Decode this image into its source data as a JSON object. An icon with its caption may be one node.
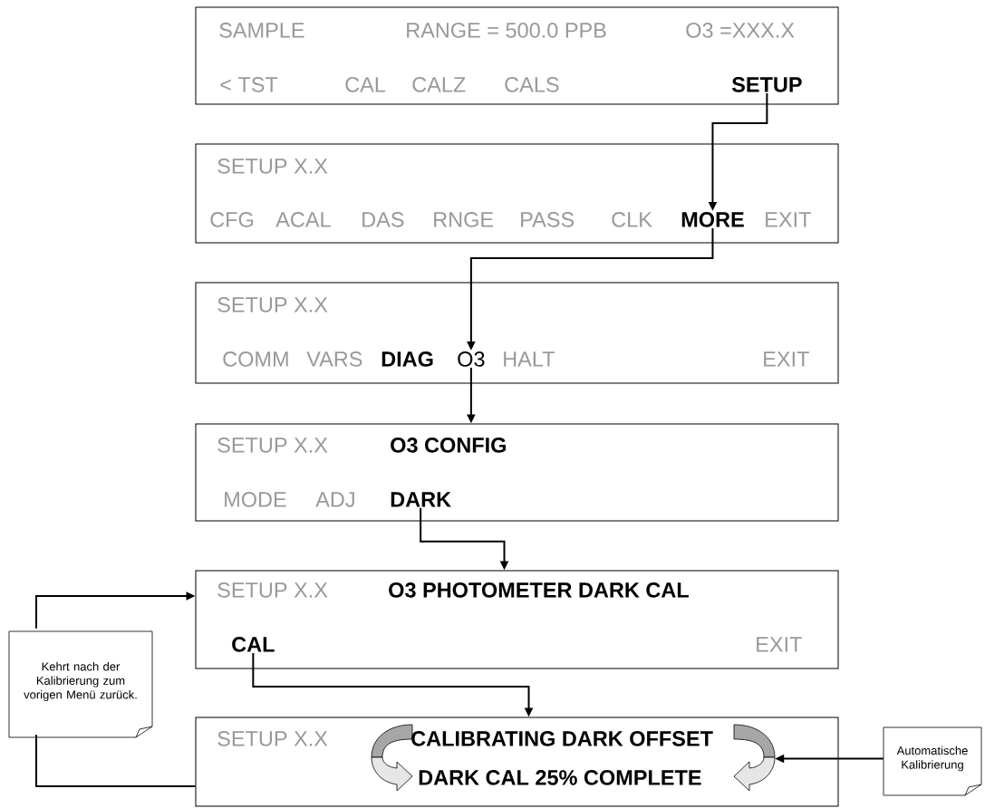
{
  "diagram": {
    "nodes": [
      {
        "text": [],
        "shape": "box"
      },
      {
        "text": [
          "SAMPLE"
        ],
        "in": 0
      },
      {
        "text": [
          "RANGE = 500.0 PPB"
        ],
        "in": 0
      },
      {
        "text": [
          "O3 =XXX.X"
        ],
        "in": 0
      },
      {
        "text": [
          "< TST"
        ],
        "in": 0
      },
      {
        "text": [
          "CAL"
        ],
        "in": 0
      },
      {
        "text": [
          "CALZ"
        ],
        "in": 0
      },
      {
        "text": [
          "CALS"
        ],
        "in": 0
      },
      {
        "text": [
          "SETUP"
        ],
        "in": 0
      },
      {
        "text": [],
        "shape": "box"
      },
      {
        "text": [
          "SETUP X.X"
        ],
        "in": 9
      },
      {
        "text": [
          "CFG"
        ],
        "in": 9
      },
      {
        "text": [
          "ACAL"
        ],
        "in": 9
      },
      {
        "text": [
          "DAS"
        ],
        "in": 9
      },
      {
        "text": [
          "RNGE"
        ],
        "in": 9
      },
      {
        "text": [
          "PASS"
        ],
        "in": 9
      },
      {
        "text": [
          "CLK"
        ],
        "in": 9
      },
      {
        "text": [
          "MORE"
        ],
        "in": 9
      },
      {
        "text": [
          "EXIT"
        ],
        "in": 9
      },
      {
        "text": [],
        "shape": "box"
      },
      {
        "text": [
          "SETUP X.X"
        ],
        "in": 19
      },
      {
        "text": [
          "COMM"
        ],
        "in": 19
      },
      {
        "text": [
          "VARS"
        ],
        "in": 19
      },
      {
        "text": [
          "DIAG"
        ],
        "in": 19
      },
      {
        "text": [
          "O3"
        ],
        "in": 19
      },
      {
        "text": [
          "HALT"
        ],
        "in": 19
      },
      {
        "text": [
          "EXIT"
        ],
        "in": 19
      },
      {
        "text": [],
        "shape": "box"
      },
      {
        "text": [
          "SETUP X.X"
        ],
        "in": 27
      },
      {
        "text": [
          "O3 CONFIG"
        ],
        "in": 27
      },
      {
        "text": [
          "MODE"
        ],
        "in": 27
      },
      {
        "text": [
          "ADJ"
        ],
        "in": 27
      },
      {
        "text": [
          "DARK"
        ],
        "in": 27
      },
      {
        "text": [],
        "shape": "box"
      },
      {
        "text": [
          "SETUP X.X"
        ],
        "in": 33
      },
      {
        "text": [
          "O3 PHOTOMETER DARK CAL"
        ],
        "in": 33
      },
      {
        "text": [
          "CAL"
        ],
        "in": 33
      },
      {
        "text": [
          "EXIT"
        ],
        "in": 33
      },
      {
        "text": [
          "Kehrt nach der Kalibrierung zum vorigen Menü zurück."
        ]
      },
      {
        "text": [],
        "shape": "box"
      },
      {
        "text": [
          "SETUP X.X"
        ],
        "in": 39
      },
      {
        "text": [],
        "shape": "picture",
        "in": 39
      },
      {
        "text": [
          "CALIBRATING DARK OFFSET"
        ],
        "in": 39
      },
      {
        "text": [],
        "shape": "picture",
        "in": 39
      },
      {
        "text": [
          "DARK CAL 25% COMPLETE"
        ],
        "in": 39
      },
      {
        "text": [
          "Automatische Kalibrierung"
        ]
      }
    ],
    "edges": [
      {
        "from": 8,
        "to": 17,
        "arrow": "to"
      },
      {
        "from": 17,
        "to": 24,
        "arrow": "to"
      },
      {
        "from": 24,
        "to": 27,
        "arrow": "to"
      },
      {
        "from": 32,
        "to": 33,
        "arrow": "to"
      },
      {
        "from": 36,
        "to": 39,
        "arrow": "to"
      },
      {
        "from": 39,
        "to": 38,
        "arrow": "none"
      },
      {
        "from": 38,
        "to": 33,
        "arrow": "to"
      },
      {
        "from": 45,
        "to": 43,
        "arrow": "to"
      }
    ]
  }
}
